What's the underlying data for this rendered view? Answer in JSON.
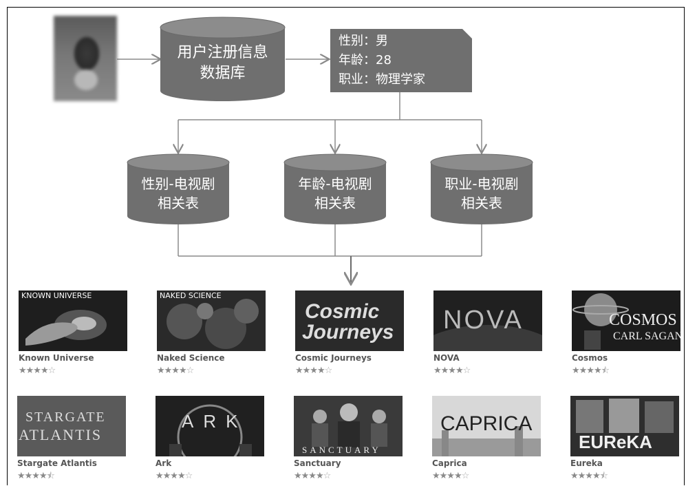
{
  "diagram": {
    "registration_db": {
      "line1": "用户注册信息",
      "line2": "数据库"
    },
    "user_info": {
      "gender": "性别：男",
      "age": "年龄：28",
      "job": "职业：物理学家"
    },
    "tables": [
      {
        "line1": "性别-电视剧",
        "line2": "相关表"
      },
      {
        "line1": "年龄-电视剧",
        "line2": "相关表"
      },
      {
        "line1": "职业-电视剧",
        "line2": "相关表"
      }
    ],
    "colors": {
      "box": "#6f6f6f",
      "box_top": "#8c8c8c",
      "arrow": "#8a8a8a"
    }
  },
  "shows": {
    "row1": [
      {
        "title": "Known Universe",
        "tag": "KNOWN UNIVERSE",
        "rating": 4
      },
      {
        "title": "Naked Science",
        "tag": "NAKED SCIENCE",
        "rating": 4
      },
      {
        "title": "Cosmic Journeys",
        "logo1": "Cosmic",
        "logo2": "Journeys",
        "rating": 4
      },
      {
        "title": "NOVA",
        "logo": "NOVA",
        "rating": 4
      },
      {
        "title": "Cosmos",
        "logo1": "COSMOS",
        "logo2": "CARL SAGAN",
        "rating": 4.5
      }
    ],
    "row2": [
      {
        "title": "Stargate Atlantis",
        "logo1": "STARGATE",
        "logo2": "ATLANTIS",
        "rating": 4.5
      },
      {
        "title": "Ark",
        "logo": "ARK",
        "rating": 4
      },
      {
        "title": "Sanctuary",
        "logo": "SANCTUARY",
        "rating": 4
      },
      {
        "title": "Caprica",
        "logo": "CAPRICA",
        "rating": 4
      },
      {
        "title": "Eureka",
        "logo": "EUReKA",
        "rating": 4.5
      }
    ]
  }
}
